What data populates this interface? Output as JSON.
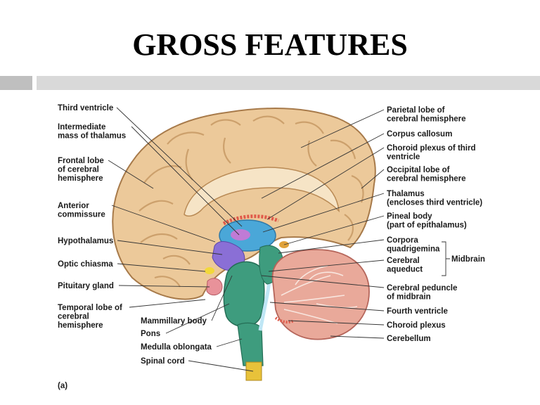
{
  "slide": {
    "title": "GROSS FEATURES"
  },
  "figure": {
    "panel_letter": "(a)",
    "midbrain_label": "Midbrain",
    "labels_left": [
      {
        "id": "third-ventricle",
        "lines": [
          "Third ventricle"
        ]
      },
      {
        "id": "intermediate-mass",
        "lines": [
          "Intermediate",
          "mass of thalamus"
        ]
      },
      {
        "id": "frontal-lobe",
        "lines": [
          "Frontal lobe",
          "of cerebral",
          "hemisphere"
        ]
      },
      {
        "id": "anterior-commissure",
        "lines": [
          "Anterior",
          "commissure"
        ]
      },
      {
        "id": "hypothalamus",
        "lines": [
          "Hypothalamus"
        ]
      },
      {
        "id": "optic-chiasma",
        "lines": [
          "Optic chiasma"
        ]
      },
      {
        "id": "pituitary-gland",
        "lines": [
          "Pituitary gland"
        ]
      },
      {
        "id": "temporal-lobe",
        "lines": [
          "Temporal lobe of",
          "cerebral",
          "hemisphere"
        ]
      },
      {
        "id": "mammillary-body",
        "lines": [
          "Mammillary body"
        ]
      },
      {
        "id": "pons",
        "lines": [
          "Pons"
        ]
      },
      {
        "id": "medulla-oblongata",
        "lines": [
          "Medulla oblongata"
        ]
      },
      {
        "id": "spinal-cord",
        "lines": [
          "Spinal cord"
        ]
      }
    ],
    "labels_right": [
      {
        "id": "parietal-lobe",
        "lines": [
          "Parietal lobe of",
          "cerebral hemisphere"
        ]
      },
      {
        "id": "corpus-callosum",
        "lines": [
          "Corpus callosum"
        ]
      },
      {
        "id": "choroid-plexus-third",
        "lines": [
          "Choroid plexus of third",
          "ventricle"
        ]
      },
      {
        "id": "occipital-lobe",
        "lines": [
          "Occipital lobe of",
          "cerebral hemisphere"
        ]
      },
      {
        "id": "thalamus",
        "lines": [
          "Thalamus",
          "(encloses third ventricle)"
        ]
      },
      {
        "id": "pineal-body",
        "lines": [
          "Pineal body",
          "(part of epithalamus)"
        ]
      },
      {
        "id": "corpora-quadrigemina",
        "lines": [
          "Corpora",
          "quadrigemina"
        ]
      },
      {
        "id": "cerebral-aqueduct",
        "lines": [
          "Cerebral",
          "aqueduct"
        ]
      },
      {
        "id": "cerebral-peduncle",
        "lines": [
          "Cerebral peduncle",
          "of midbrain"
        ]
      },
      {
        "id": "fourth-ventricle",
        "lines": [
          "Fourth ventricle"
        ]
      },
      {
        "id": "choroid-plexus",
        "lines": [
          "Choroid plexus"
        ]
      },
      {
        "id": "cerebellum",
        "lines": [
          "Cerebellum"
        ]
      }
    ]
  }
}
